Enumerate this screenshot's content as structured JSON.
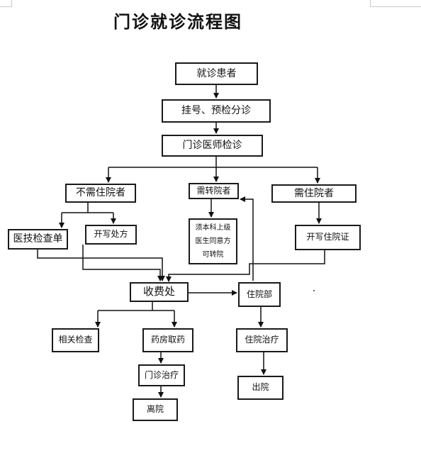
{
  "title": "门诊就诊流程图",
  "nodes": {
    "patient": "就诊患者",
    "register": "挂号、预检分诊",
    "doctor_exam": "门诊医师检诊",
    "no_admission": "不需住院者",
    "transfer": "需转院者",
    "need_admission": "需住院者",
    "tech_exam_form": "医技检查单",
    "prescription": "开写处方",
    "transfer_cond_1": "须本科上级",
    "transfer_cond_2": "医生同意方",
    "transfer_cond_3": "可转院",
    "admission_cert": "开写住院证",
    "cashier": "收费处",
    "inpatient_dept": "住院部",
    "related_exam": "相关检查",
    "pharmacy": "药房取药",
    "inpatient_treatment": "住院治疗",
    "outpatient_treatment": "门诊治疗",
    "leave_hospital": "离院",
    "discharge": "出院"
  }
}
